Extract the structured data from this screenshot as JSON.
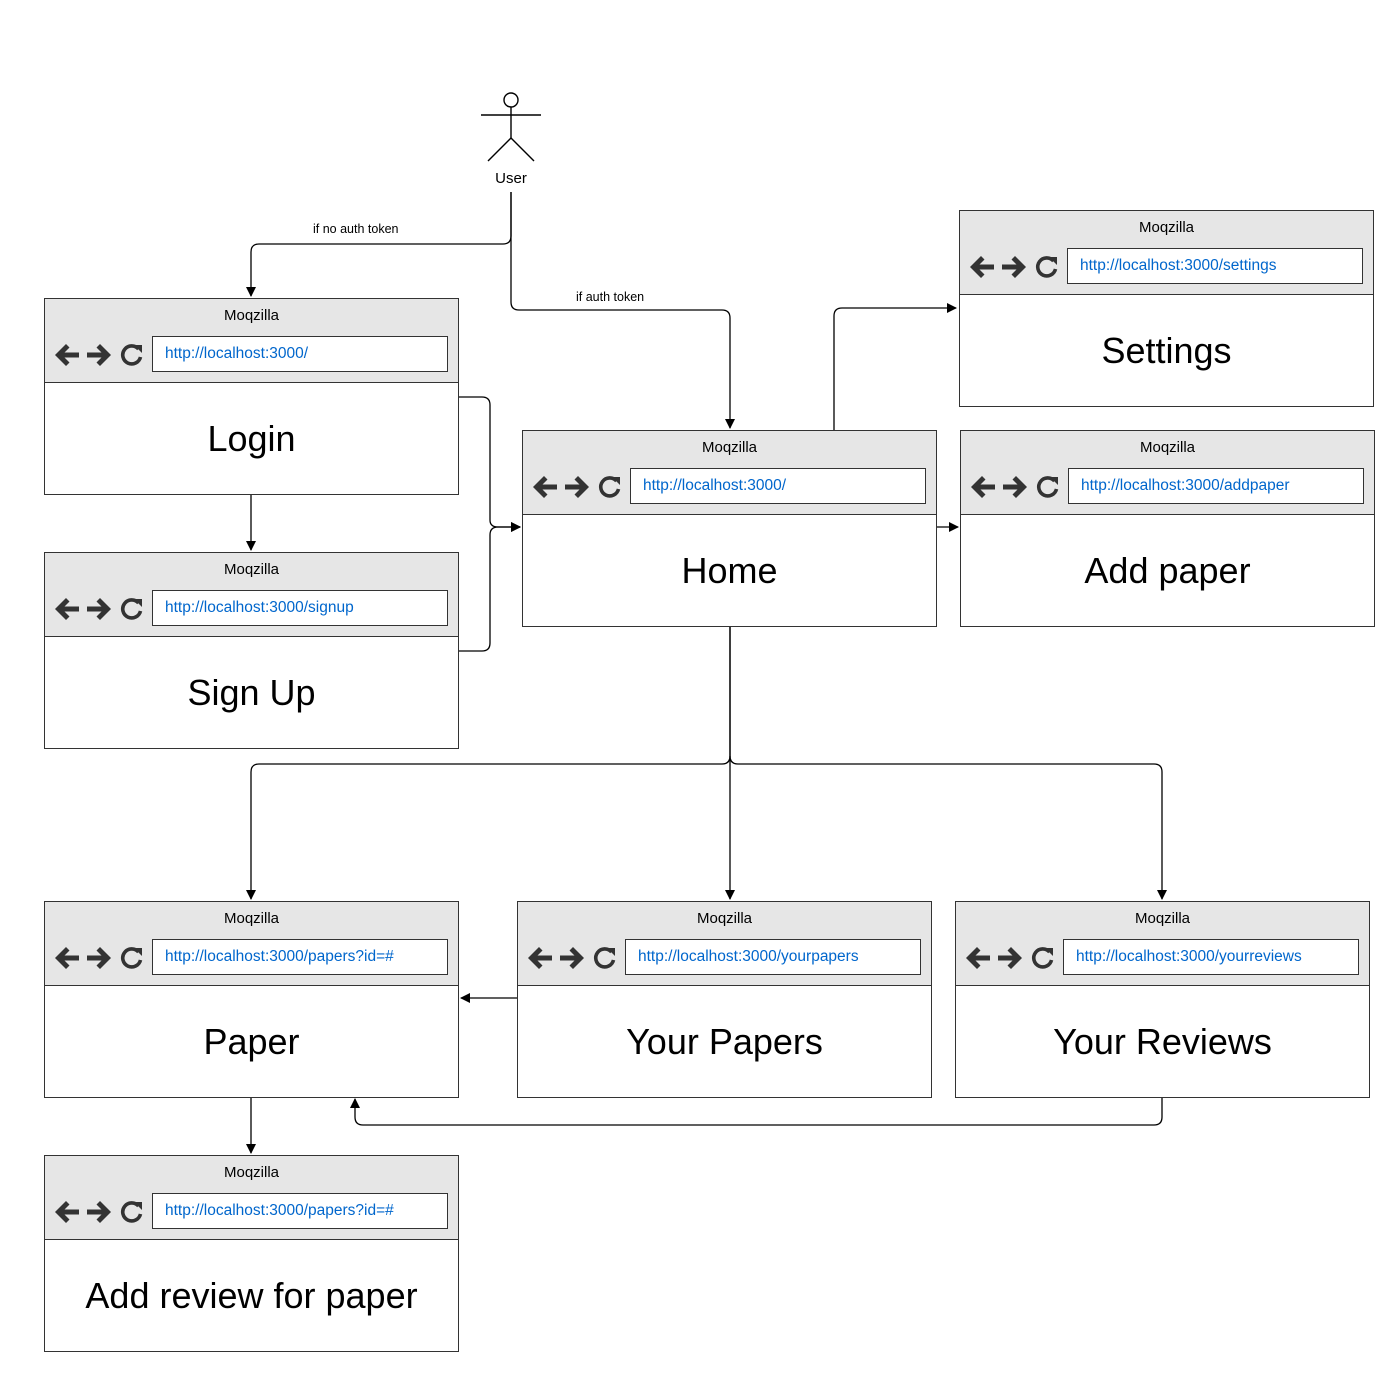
{
  "actor": {
    "label": "User"
  },
  "edges": {
    "no_auth": "if no auth token",
    "auth": "if auth token"
  },
  "colors": {
    "chrome": "#e6e6e6",
    "border": "#333333",
    "url_text": "#0066cc",
    "line": "#000000"
  },
  "icons": [
    "arrow-left-icon",
    "arrow-right-icon",
    "reload-icon"
  ],
  "windows": {
    "login": {
      "title": "Moqzilla",
      "url": "http://localhost:3000/",
      "content": "Login"
    },
    "signup": {
      "title": "Moqzilla",
      "url": "http://localhost:3000/signup",
      "content": "Sign Up"
    },
    "home": {
      "title": "Moqzilla",
      "url": "http://localhost:3000/",
      "content": "Home"
    },
    "settings": {
      "title": "Moqzilla",
      "url": "http://localhost:3000/settings",
      "content": "Settings"
    },
    "addpaper": {
      "title": "Moqzilla",
      "url": "http://localhost:3000/addpaper",
      "content": "Add paper"
    },
    "paper": {
      "title": "Moqzilla",
      "url": "http://localhost:3000/papers?id=#",
      "content": "Paper"
    },
    "yourpapers": {
      "title": "Moqzilla",
      "url": "http://localhost:3000/yourpapers",
      "content": "Your Papers"
    },
    "yourreviews": {
      "title": "Moqzilla",
      "url": "http://localhost:3000/yourreviews",
      "content": "Your Reviews"
    },
    "addreview": {
      "title": "Moqzilla",
      "url": "http://localhost:3000/papers?id=#",
      "content": "Add review for paper"
    }
  }
}
